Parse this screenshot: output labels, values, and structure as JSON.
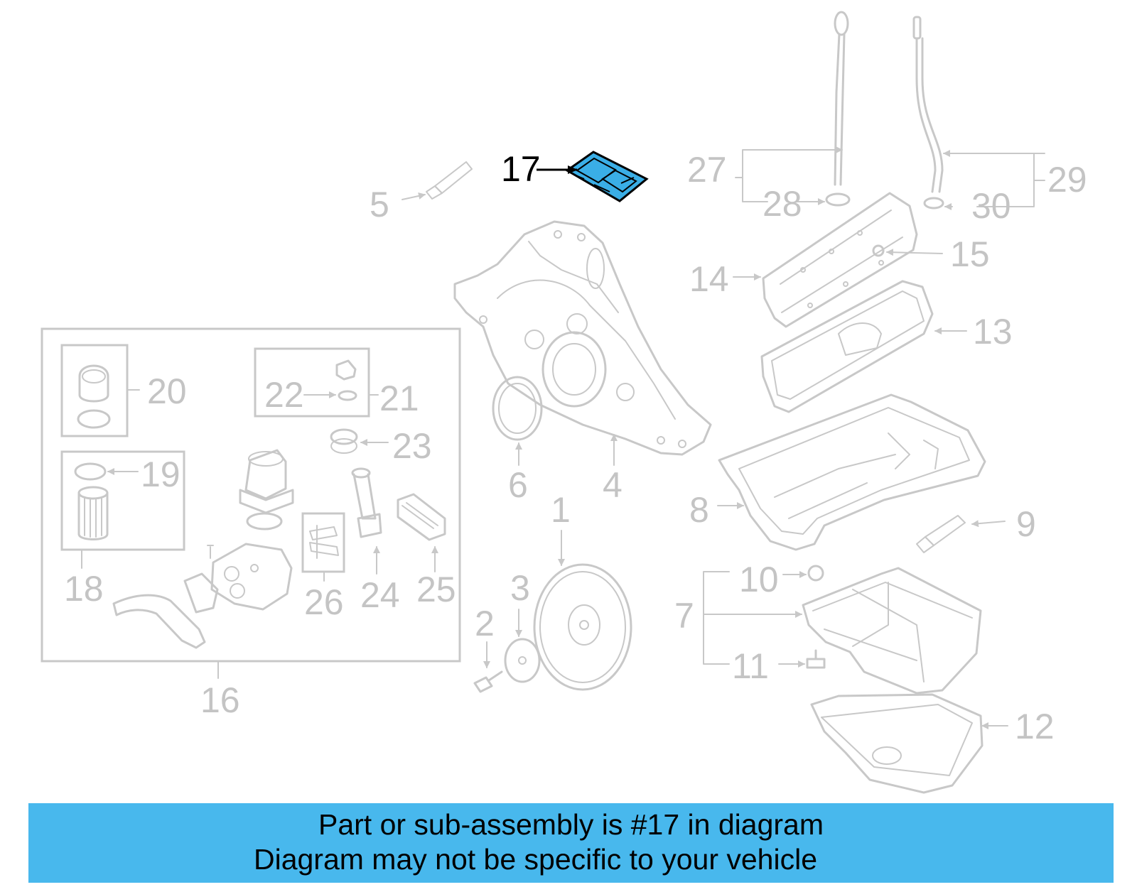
{
  "callouts": {
    "c1": "1",
    "c2": "2",
    "c3": "3",
    "c4": "4",
    "c5": "5",
    "c6": "6",
    "c7": "7",
    "c8": "8",
    "c9": "9",
    "c10": "10",
    "c11": "11",
    "c12": "12",
    "c13": "13",
    "c14": "14",
    "c15": "15",
    "c16": "16",
    "c17": "17",
    "c18": "18",
    "c19": "19",
    "c20": "20",
    "c21": "21",
    "c22": "22",
    "c23": "23",
    "c24": "24",
    "c25": "25",
    "c26": "26",
    "c27": "27",
    "c28": "28",
    "c29": "29",
    "c30": "30"
  },
  "highlight": {
    "part_number": "17",
    "color": "#3aaee6"
  },
  "colors": {
    "line_gray": "#c8c8c8",
    "label_gray": "#c4c4c4",
    "banner_bg": "#48b8ed"
  },
  "banner": {
    "line1": "Part or sub-assembly is #17 in diagram",
    "line2": "Diagram may not be specific to your vehicle"
  }
}
